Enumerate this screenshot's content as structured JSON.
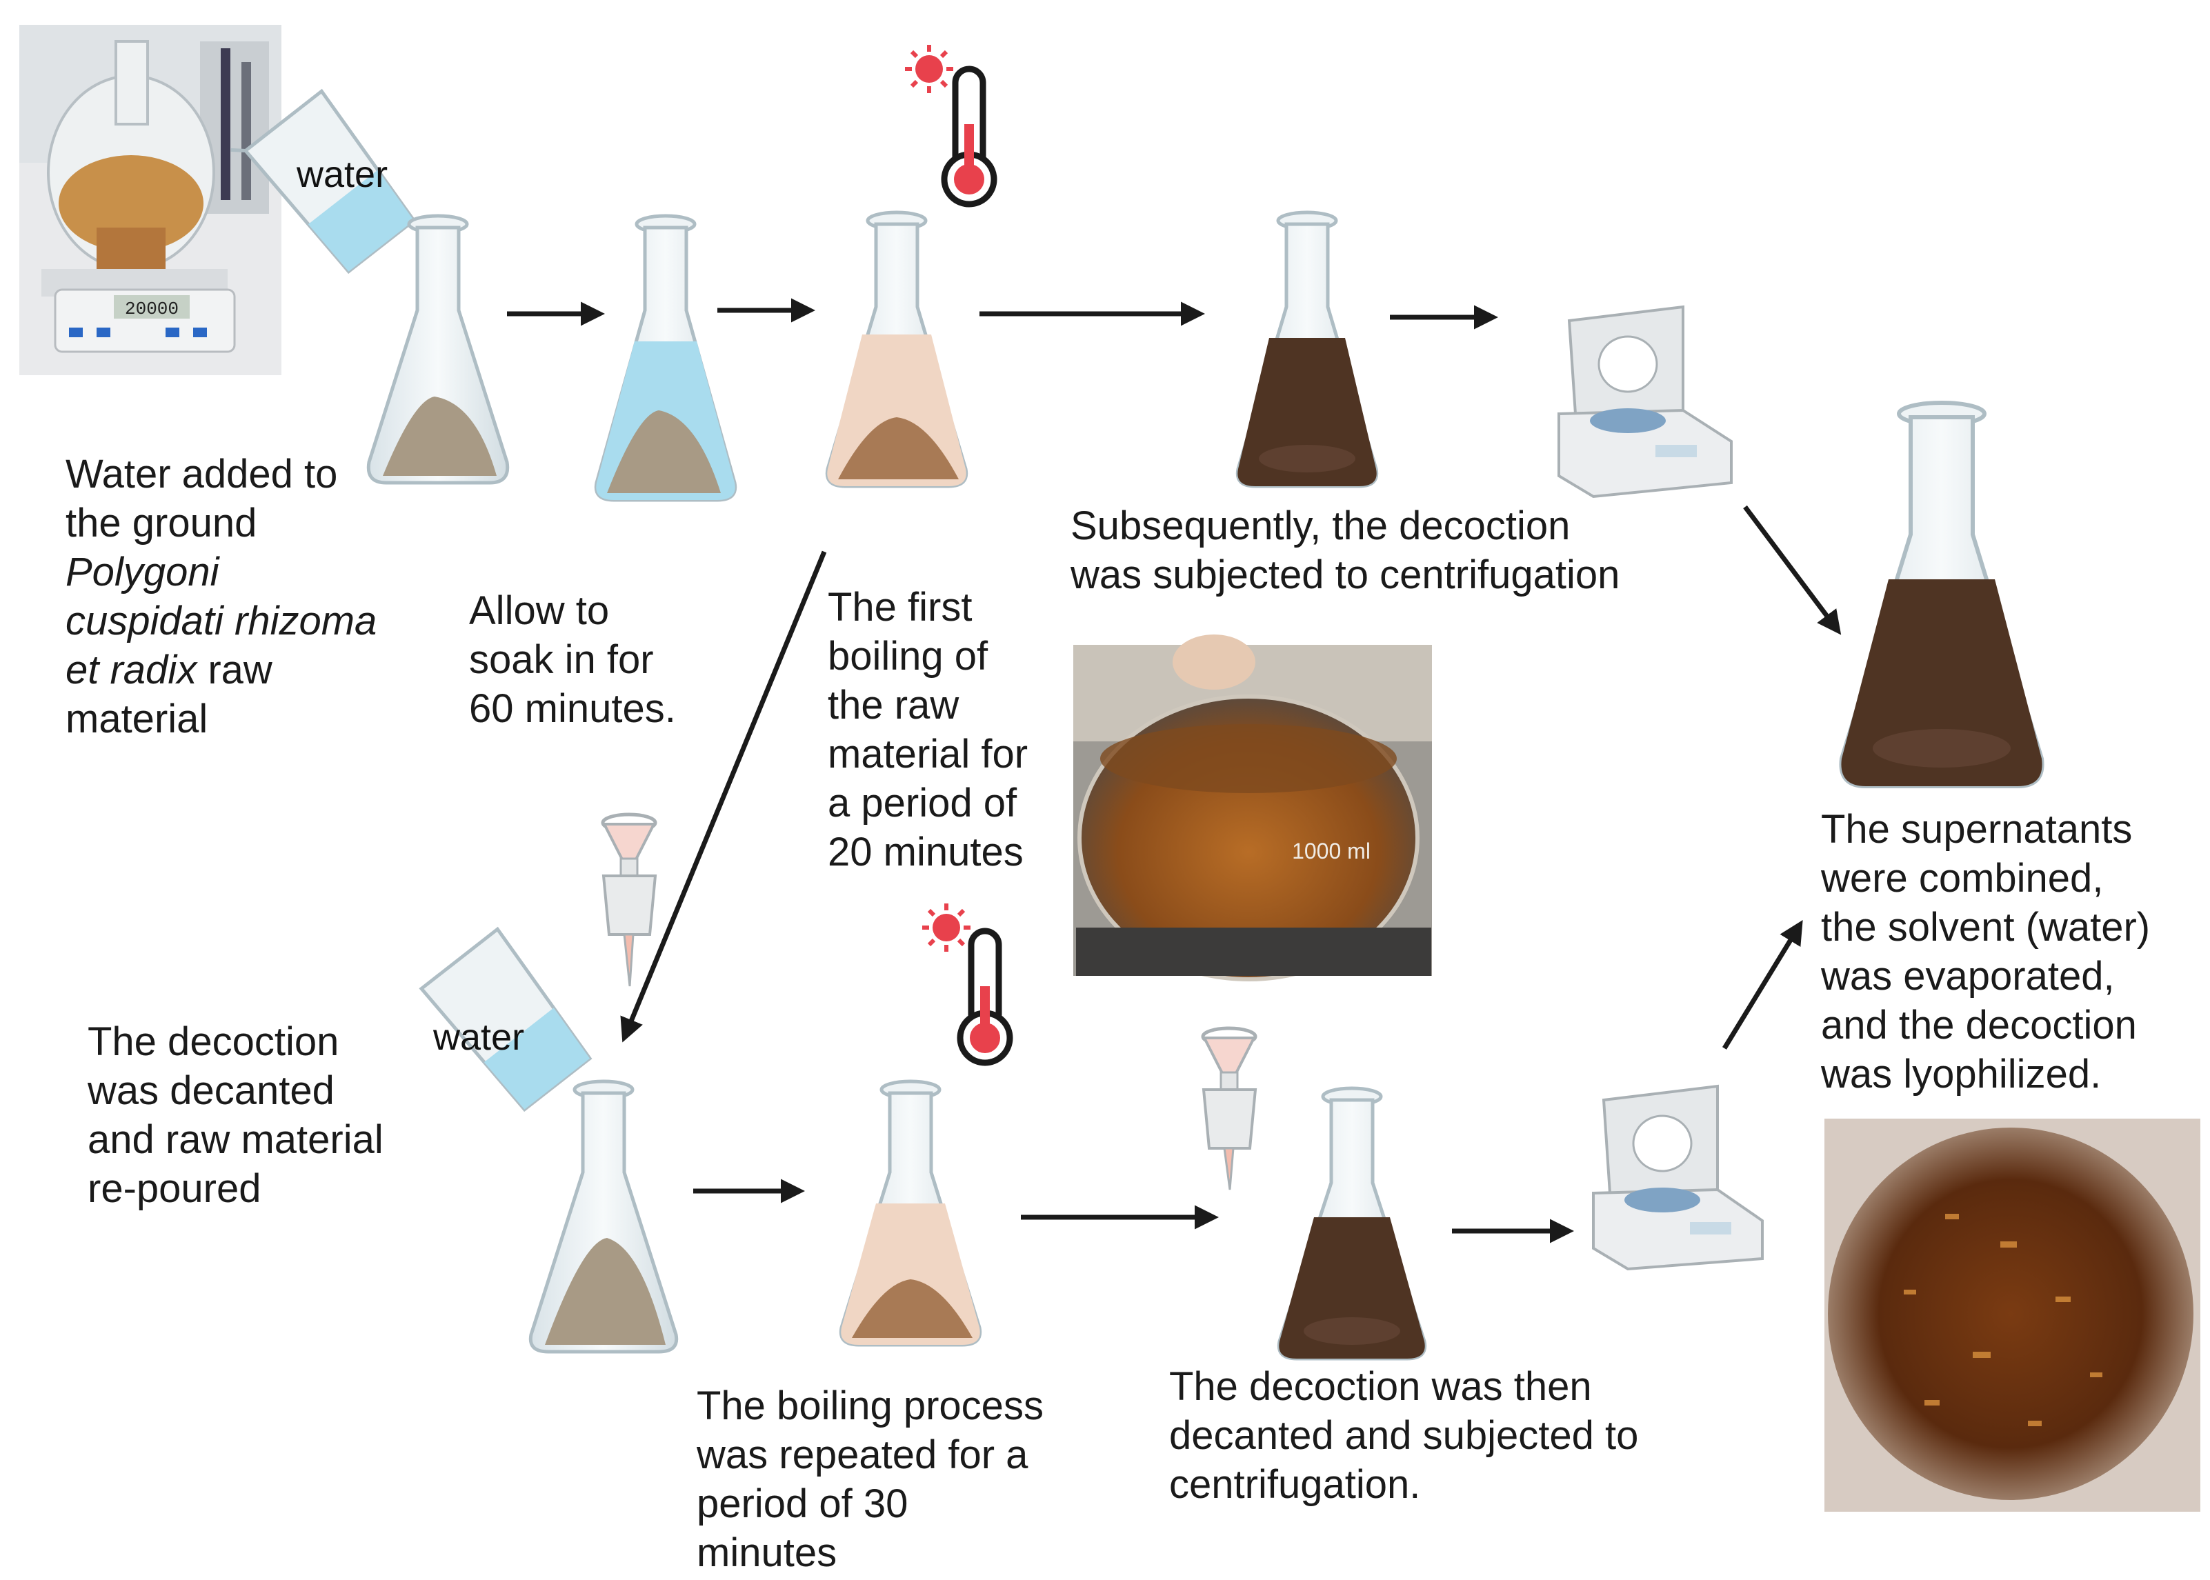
{
  "water_label": "water",
  "photo_scale_readout": "20000",
  "photo_flask_marking": "1000 ml",
  "captions": {
    "step1": {
      "line1": "Water added to",
      "line2": "the ground",
      "species_line1": "Polygoni",
      "species_line2": "cuspidati rhizoma",
      "species_line3": "et radix",
      "line3_suffix": " raw",
      "line4": "material"
    },
    "step2": [
      "Allow to",
      "soak in for",
      "60 minutes."
    ],
    "step3": [
      "The first",
      "boiling of",
      "the raw",
      "material for",
      "a period of",
      "20 minutes"
    ],
    "step4": [
      "Subsequently, the decoction",
      "was subjected to centrifugation"
    ],
    "step5": [
      "The decoction",
      "was decanted",
      "and raw material",
      "re-poured"
    ],
    "step6": [
      "The boiling  process",
      "was repeated for a",
      "period of 30",
      "minutes"
    ],
    "step7": [
      "The decoction was then",
      "decanted and subjected to",
      "centrifugation."
    ],
    "step8": [
      "The supernatants",
      "were combined,",
      "the solvent (water)",
      "was evaporated,",
      "and the decoction",
      "was lyophilized."
    ]
  },
  "colors": {
    "arrow": "#1a1a1a",
    "water": "#a9dcee",
    "decoction": "#4f3423",
    "light_decoction": "#f0d6c4",
    "powder": "#a89a85",
    "heat_red": "#e8414c"
  }
}
